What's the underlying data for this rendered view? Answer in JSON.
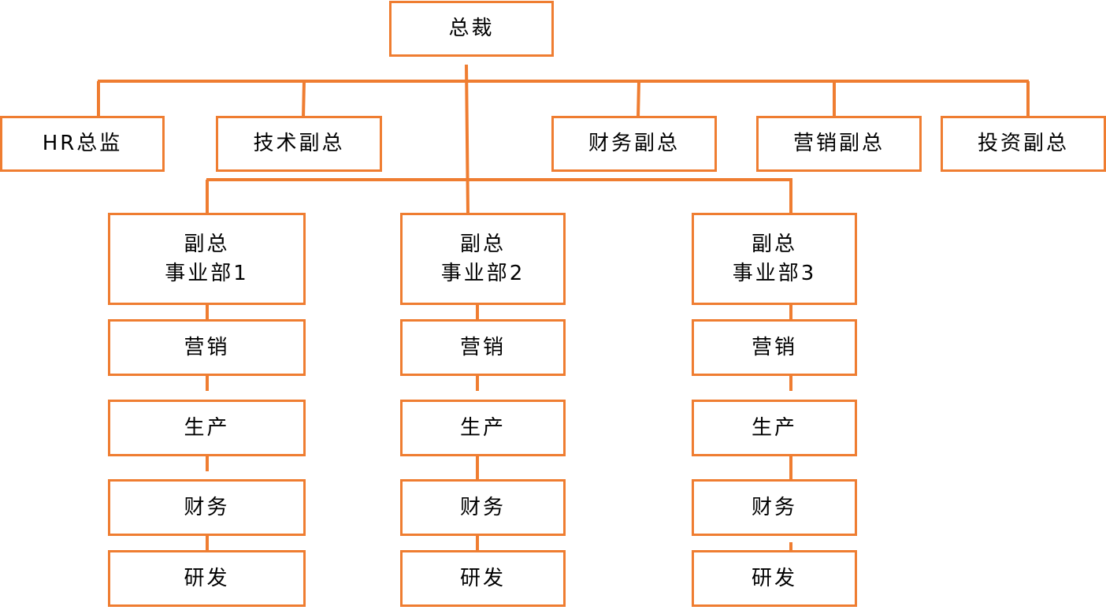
{
  "colors": {
    "line": "#ef7d31",
    "text": "#000000",
    "background": "#ffffff"
  },
  "top": {
    "label": "总裁"
  },
  "executives": [
    {
      "label": "HR总监"
    },
    {
      "label": "技术副总"
    },
    {
      "label": "财务副总"
    },
    {
      "label": "营销副总"
    },
    {
      "label": "投资副总"
    }
  ],
  "divisions": [
    {
      "head_line1": "副总",
      "head_line2": "事业部1",
      "departments": [
        "营销",
        "生产",
        "财务",
        "研发"
      ]
    },
    {
      "head_line1": "副总",
      "head_line2": "事业部2",
      "departments": [
        "营销",
        "生产",
        "财务",
        "研发"
      ]
    },
    {
      "head_line1": "副总",
      "head_line2": "事业部3",
      "departments": [
        "营销",
        "生产",
        "财务",
        "研发"
      ]
    }
  ]
}
